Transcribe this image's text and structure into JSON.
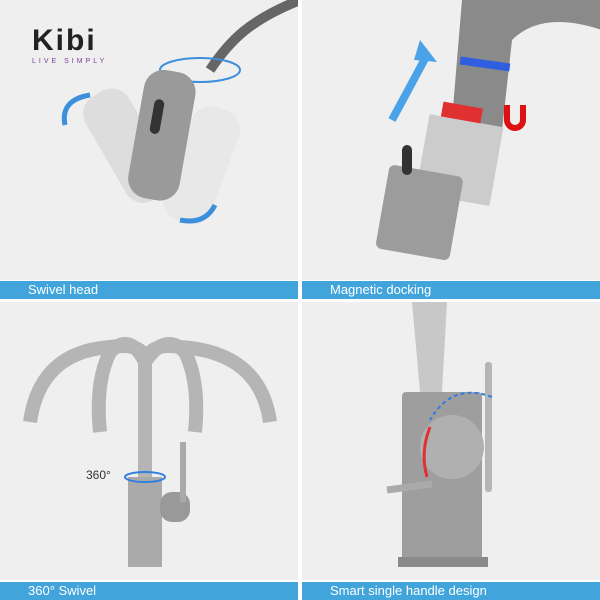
{
  "brand": {
    "name": "Kibi",
    "tagline": "LIVE SIMPLY",
    "color": "#7a3f98"
  },
  "panels": [
    {
      "label": "Swivel head"
    },
    {
      "label": "Magnetic docking"
    },
    {
      "label": "360° Swivel",
      "annotation": "360°"
    },
    {
      "label": "Smart single handle design"
    }
  ],
  "colors": {
    "label_bar": "#41a5dc",
    "background": "#efefef",
    "finish": "#a9a9a9",
    "cold": "#2f7fe0",
    "hot": "#e03030"
  }
}
